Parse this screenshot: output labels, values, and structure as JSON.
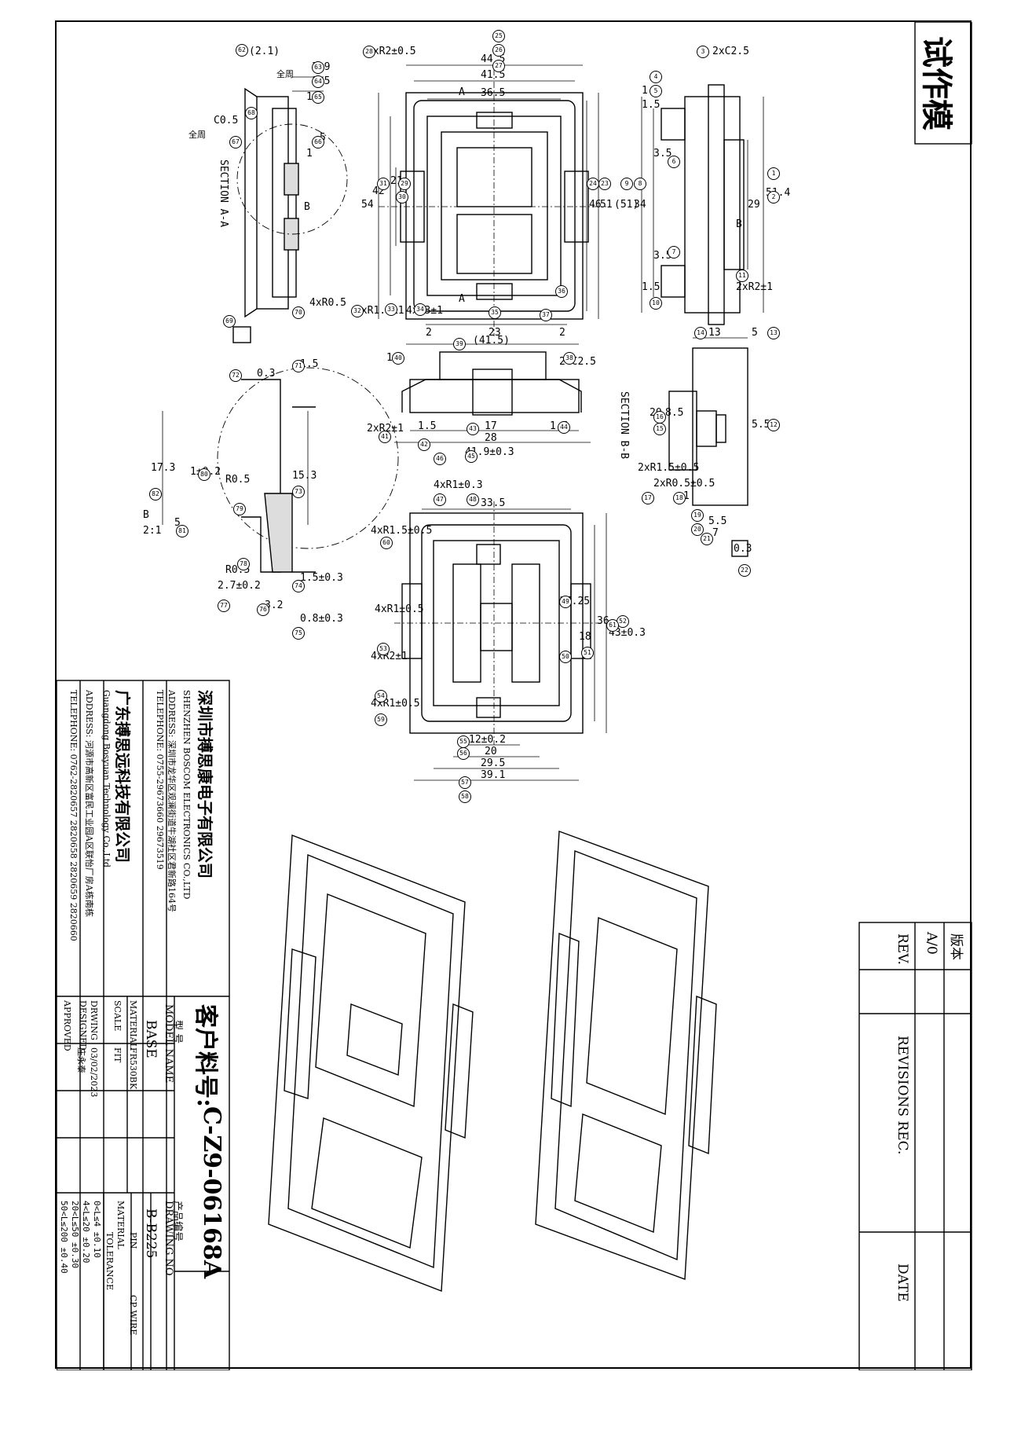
{
  "stamp": "试作模",
  "revision_block": {
    "label_cn": "版本",
    "version": "A/0",
    "rev_header": "REV.",
    "revisions_header": "REVISIONS REC.",
    "date_header": "DATE"
  },
  "title_block": {
    "customer_part_label": "客户料号:",
    "customer_part_no": "C-Z9-06168A",
    "model_label_cn": "型  号",
    "model_label_en": "MODEL NAME",
    "model_value": "BASE",
    "drawing_no_label_cn": "产品编号",
    "drawing_no_label_en": "DRAWING NO",
    "drawing_no_value": "B-B225",
    "material_label": "MATERIAL",
    "material_value": "FR530BK",
    "pin_label": "PIN",
    "pin_material_label": "MATERIAL",
    "pin_material_value": "CP WIRE",
    "scale_label": "SCALE",
    "scale_value": "FIT",
    "drwing_label": "DRWING",
    "drwing_value": "03/02/2023",
    "designed_label": "DESIGNED",
    "designed_value": "庄永泰",
    "approved_label": "APPROVED",
    "tolerance_label": "TOLERANCE",
    "tolerances": [
      "0<L≤4    ±0.10",
      "4<L≤20   ±0.20",
      "20<L≤50  ±0.30",
      "50<L≤200 ±0.40"
    ]
  },
  "company_block": {
    "company1_cn": "深圳市搏思康电子有限公司",
    "company1_en": "SHENZHEN BOSCOM ELECTRONICS CO.,LTD",
    "address1": "ADDRESS: 深圳市龙华区观澜街道牛湖社区君新路164号",
    "telephone1": "TELEPHONE: 0755-29673660 29673519",
    "company2_cn": "广东搏思远科技有限公司",
    "company2_en": "Guangdong Bosyuan Technology Co.,Ltd",
    "address2": "ADDRESS: 河源市高新区富民工业园A区联怡厂房A栋南栋",
    "telephone2": "TELEPHONE: 0762-2820657 2820658 2820659 2820660"
  },
  "views": {
    "section_aa": {
      "title": "SECTION A-A",
      "dims": [
        "(2.1)",
        "3.9",
        "1.5",
        "1",
        "5",
        "1",
        "C0.5",
        "4xR0.5",
        "全周",
        "全周",
        "B"
      ]
    },
    "top_view": {
      "dims": [
        "44.5",
        "41.5",
        "36.5",
        "4xR2±0.5",
        "54",
        "42",
        "21",
        "46",
        "51",
        "23",
        "2",
        "2",
        "4xR1.5±1",
        "4xR3±1",
        "A",
        "A"
      ]
    },
    "side_view_right": {
      "dims": [
        "2xC2.5",
        "1.5",
        "1.5",
        "3.5",
        "3.5",
        "34",
        "(51)",
        "51.4",
        "29",
        "B",
        "2xR2±1",
        "1.5"
      ]
    },
    "detail_b": {
      "title": "B",
      "scale": "2:1",
      "dims": [
        "0.3",
        "1.5",
        "17.3",
        "15.3",
        "1±0.2",
        "R0.5",
        "R0.5",
        "5",
        "2.7±0.2",
        "3.2",
        "1.5±0.3",
        "0.8±0.3"
      ]
    },
    "front_view": {
      "dims": [
        "(41.5)",
        "2-C2.5",
        "1",
        "1.5",
        "17",
        "1.5",
        "28",
        "41.9±0.3",
        "2xR2±1"
      ]
    },
    "section_bb": {
      "title": "SECTION B-B",
      "dims": [
        "13",
        "5",
        "5.5",
        "8.5",
        "20",
        "2xR1.5±0.5",
        "2xR0.5±0.5",
        "1",
        "5.5",
        "7",
        "0.3"
      ]
    },
    "bottom_view": {
      "dims": [
        "33.5",
        "4xR1±0.3",
        "4xR1.5±0.5",
        "17.25",
        "36",
        "43±0.3",
        "18",
        "4xR1±0.5",
        "4xR2±1",
        "4xR1±0.5",
        "12±0.2",
        "20",
        "29.5",
        "39.1"
      ]
    }
  },
  "bubbles": [
    "1",
    "2",
    "3",
    "4",
    "5",
    "6",
    "7",
    "8",
    "9",
    "10",
    "11",
    "12",
    "13",
    "14",
    "15",
    "16",
    "17",
    "18",
    "19",
    "20",
    "21",
    "22",
    "23",
    "24",
    "25",
    "26",
    "27",
    "28",
    "29",
    "30",
    "31",
    "32",
    "33",
    "34",
    "35",
    "36",
    "37",
    "38",
    "39",
    "40",
    "41",
    "42",
    "43",
    "44",
    "45",
    "46",
    "47",
    "48",
    "49",
    "50",
    "51",
    "52",
    "53",
    "54",
    "55",
    "56",
    "57",
    "58",
    "59",
    "60",
    "61",
    "62",
    "63",
    "64",
    "65",
    "66",
    "67",
    "68",
    "69",
    "70",
    "71",
    "72",
    "73",
    "74",
    "75",
    "76",
    "77",
    "78",
    "79",
    "80",
    "81",
    "82"
  ]
}
